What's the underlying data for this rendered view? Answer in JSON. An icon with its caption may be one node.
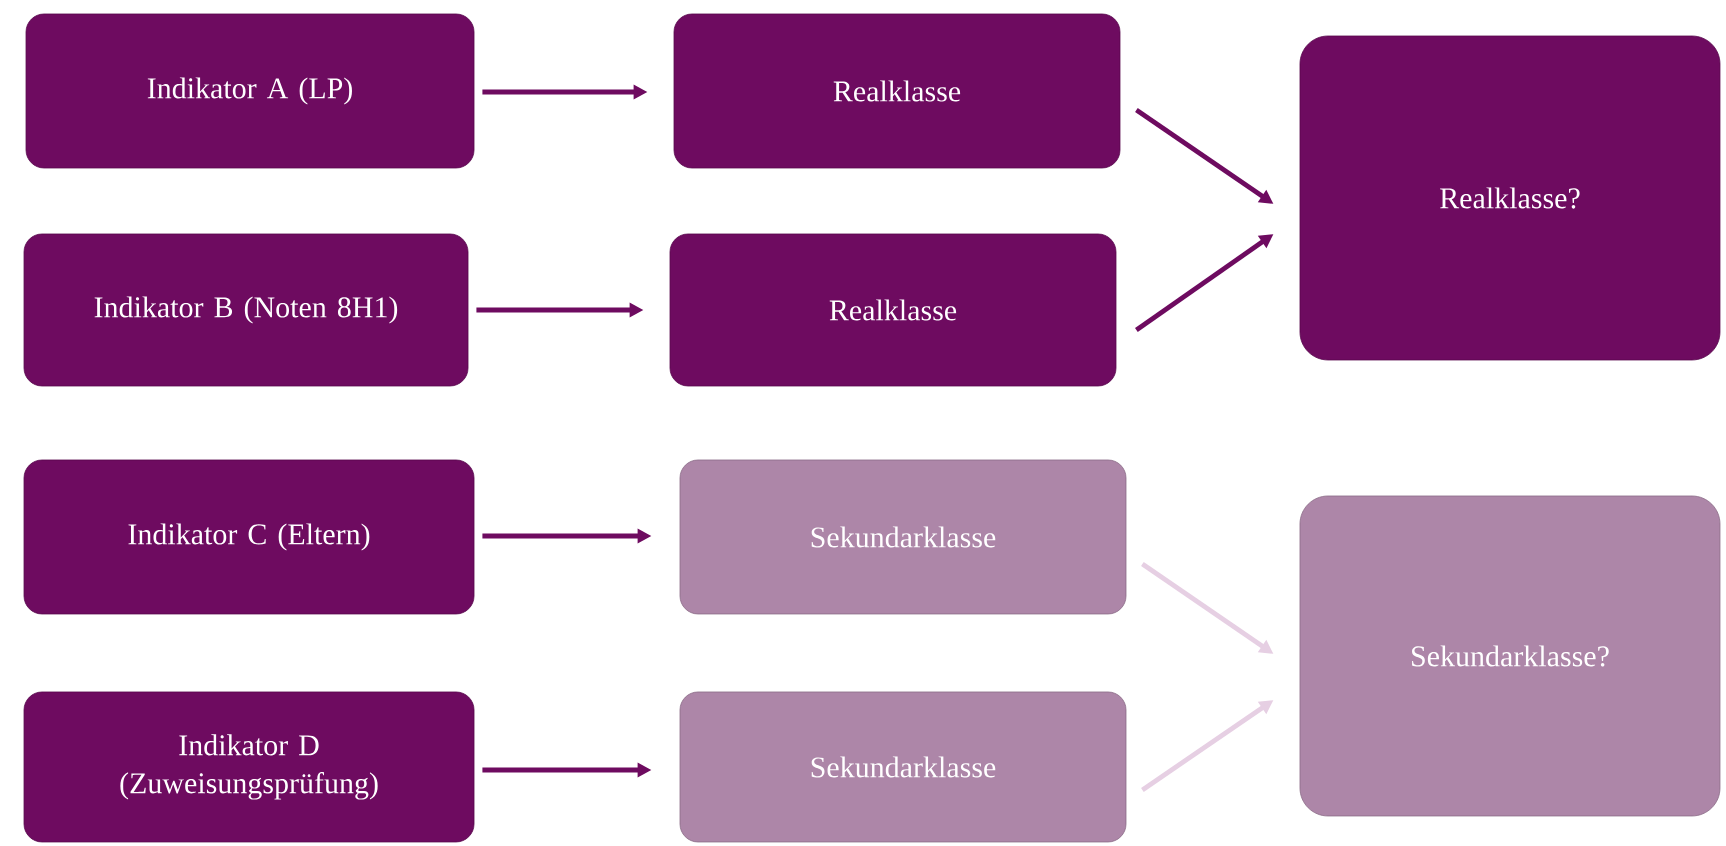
{
  "diagram": {
    "nodes": [
      {
        "text": [
          "Indikator A (LP)"
        ]
      },
      {
        "text": [
          "Realklasse"
        ]
      },
      {
        "text": [
          "Indikator B (Noten 8H1)"
        ]
      },
      {
        "text": [
          "Realklasse"
        ]
      },
      {
        "text": [
          "Realklasse?"
        ]
      },
      {
        "text": [
          "Indikator C (Eltern)"
        ]
      },
      {
        "text": [
          "Sekundarklasse"
        ]
      },
      {
        "text": [
          "Indikator D (Zuweisungsprüfung)"
        ]
      },
      {
        "text": [
          "Sekundarklasse"
        ]
      },
      {
        "text": [
          "Sekundarklasse?"
        ]
      }
    ],
    "edges": [
      {
        "from": 0,
        "to": 1,
        "arrow": "to"
      },
      {
        "from": 2,
        "to": 3,
        "arrow": "to"
      },
      {
        "from": 1,
        "to": 4,
        "arrow": "to"
      },
      {
        "from": 3,
        "to": 4,
        "arrow": "to"
      },
      {
        "from": 5,
        "to": 6,
        "arrow": "to"
      },
      {
        "from": 7,
        "to": 8,
        "arrow": "to"
      },
      {
        "from": 6,
        "to": 9,
        "arrow": "to",
        "color": "#e6cfe3"
      },
      {
        "from": 8,
        "to": 9,
        "arrow": "to",
        "color": "#e6cfe3"
      }
    ]
  }
}
